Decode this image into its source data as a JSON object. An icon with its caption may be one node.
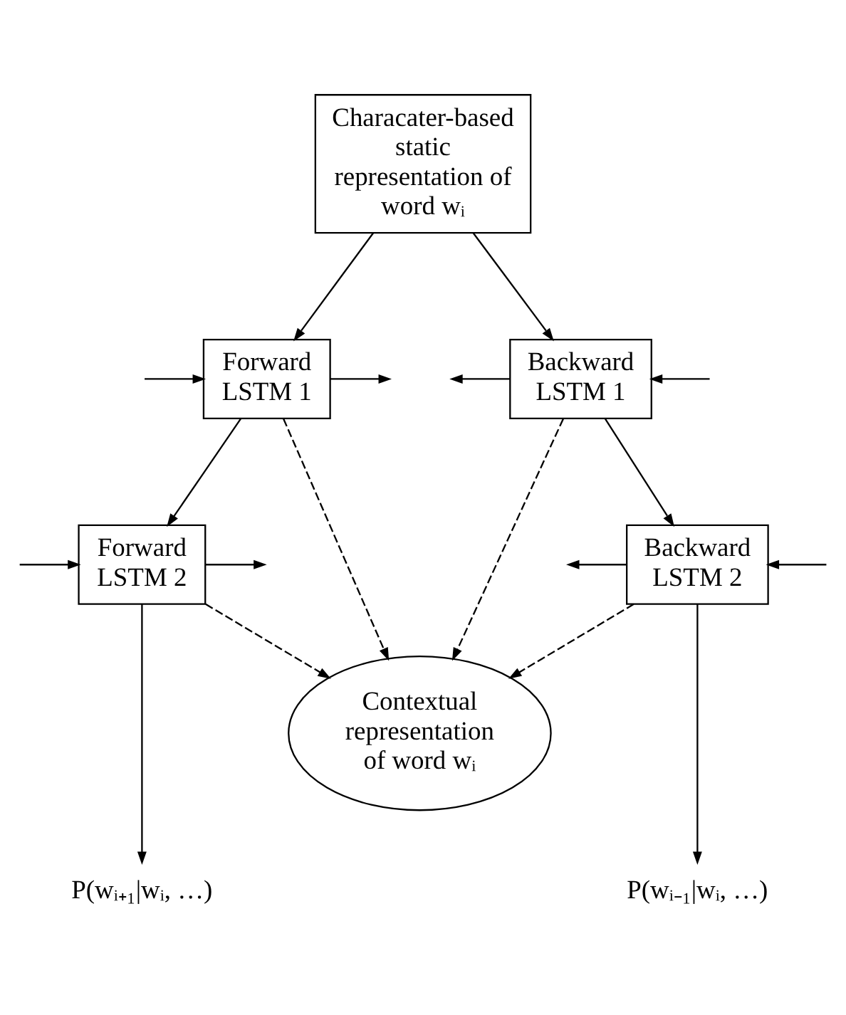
{
  "diagram": {
    "nodes": [
      {
        "text": [
          "Characater-based static representation of word wᵢ"
        ]
      },
      {
        "text": [
          "Forward LSTM 1"
        ]
      },
      {
        "text": [
          "Backward LSTM 1"
        ]
      },
      {
        "text": [
          "Forward LSTM 2"
        ]
      },
      {
        "text": [
          "Backward LSTM 2"
        ]
      },
      {
        "text": [
          "P(wᵢ₊₁|wᵢ, …)"
        ]
      },
      {
        "text": [
          "P(wᵢ₋₁|wᵢ, …)"
        ]
      },
      {
        "text": [
          "Contextual representation of word wᵢ"
        ]
      }
    ],
    "edges": [
      {
        "from": 0,
        "to": 1,
        "arrow": "to"
      },
      {
        "from": 0,
        "to": 2,
        "arrow": "to"
      },
      {
        "from": 1,
        "to": null,
        "arrow": "to"
      },
      {
        "from": null,
        "to": 1,
        "arrow": "to"
      },
      {
        "from": 1,
        "to": 3,
        "arrow": "to"
      },
      {
        "from": null,
        "to": 2,
        "arrow": "to"
      },
      {
        "from": 2,
        "to": null,
        "arrow": "to"
      },
      {
        "from": 2,
        "to": 4,
        "arrow": "to"
      },
      {
        "from": 3,
        "to": null,
        "arrow": "to"
      },
      {
        "from": null,
        "to": 3,
        "arrow": "to"
      },
      {
        "from": 3,
        "to": 5,
        "arrow": "to"
      },
      {
        "from": null,
        "to": 4,
        "arrow": "to"
      },
      {
        "from": 4,
        "to": null,
        "arrow": "to"
      },
      {
        "from": 4,
        "to": 6,
        "arrow": "to"
      },
      {
        "from": 1,
        "to": 7,
        "arrow": "to",
        "style": "dashed"
      },
      {
        "from": 3,
        "to": 7,
        "arrow": "to",
        "style": "dashed"
      },
      {
        "from": 2,
        "to": 7,
        "arrow": "to",
        "style": "dashed"
      },
      {
        "from": 4,
        "to": 7,
        "arrow": "to",
        "style": "dashed"
      }
    ]
  }
}
